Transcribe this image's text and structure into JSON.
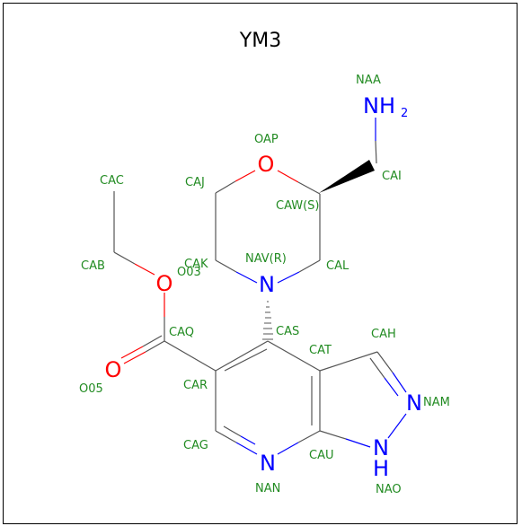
{
  "molecule": {
    "title": "YM3"
  },
  "colors": {
    "atom_label": "#228B22",
    "nitrogen": "#0000FF",
    "oxygen": "#FF0000",
    "bond": "#555555",
    "background": "#FFFFFF",
    "border": "#000000"
  },
  "elements": {
    "n_amine": "NH",
    "n_amine_sub": "2",
    "o_ring": "O",
    "n_ring": "N",
    "o_ester": "O",
    "o_carbonyl": "O",
    "n_pyrazole": "N",
    "n_pyrazole_h_n": "N",
    "n_pyrazole_h_h": "H",
    "n_pyridine": "N"
  },
  "atom_labels": {
    "NAA": "NAA",
    "OAP": "OAP",
    "CAC": "CAC",
    "CAJ": "CAJ",
    "CAI": "CAI",
    "CAW": "CAW(S)",
    "CAB": "CAB",
    "CAK": "CAK",
    "O03": "O03",
    "NAV": "NAV(R)",
    "CAL": "CAL",
    "CAQ": "CAQ",
    "CAS": "CAS",
    "CAH": "CAH",
    "CAT": "CAT",
    "O05": "O05",
    "CAR": "CAR",
    "NAM": "NAM",
    "CAG": "CAG",
    "CAU": "CAU",
    "NAN": "NAN",
    "NAO": "NAO"
  }
}
